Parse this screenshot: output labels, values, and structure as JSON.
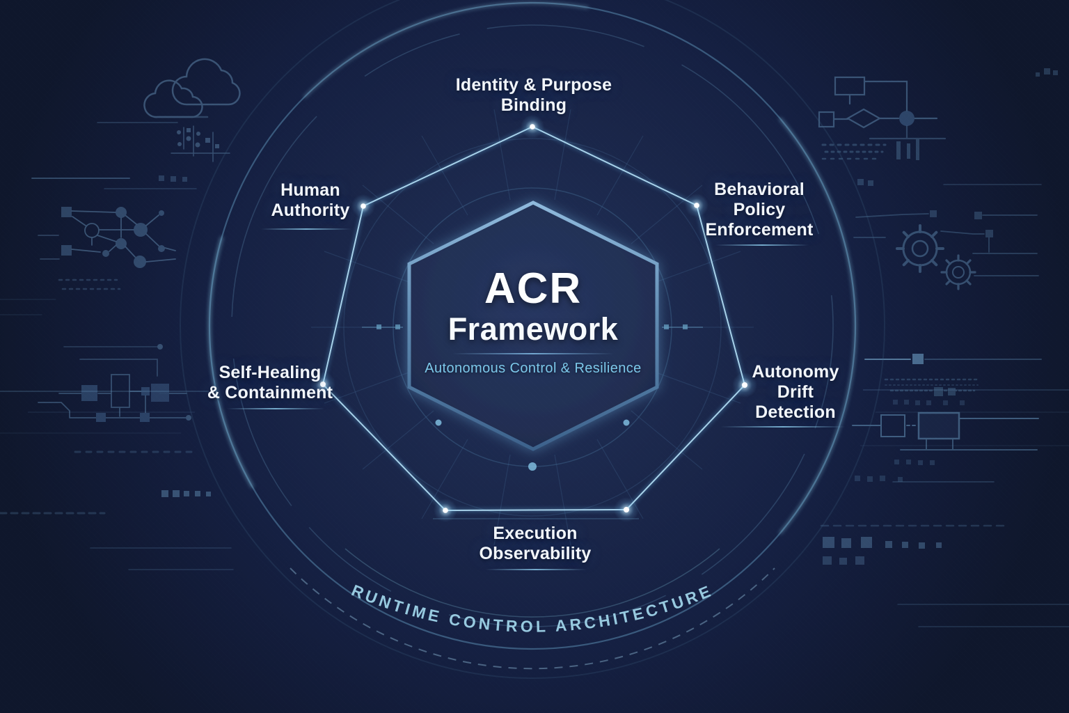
{
  "diagram": {
    "center": {
      "acronym": "ACR",
      "name": "Framework",
      "subtitle": "Autonomous Control & Resilience"
    },
    "arc_label": "RUNTIME CONTROL ARCHITECTURE",
    "nodes": [
      {
        "id": "identity-purpose-binding",
        "label": "Identity & Purpose\nBinding"
      },
      {
        "id": "behavioral-policy-enforcement",
        "label": "Behavioral\nPolicy\nEnforcement"
      },
      {
        "id": "autonomy-drift-detection",
        "label": "Autonomy\nDrift\nDetection"
      },
      {
        "id": "execution-observability",
        "label": "Execution\nObservability"
      },
      {
        "id": "self-healing-containment",
        "label": "Self-Healing\n& Containment"
      },
      {
        "id": "human-authority",
        "label": "Human\nAuthority"
      }
    ],
    "colors": {
      "background": "#16213e",
      "ring": "#6fa9cc",
      "heptagon_line": "#a8dcf4",
      "hexagon_fill": "#223055",
      "hexagon_border": "#7fb2d8",
      "label_text": "#f2f6fb",
      "subtitle_text": "#7cc8ea",
      "arc_text": "#9ed3e8"
    },
    "background_icons": [
      "cloud-icon",
      "network-graph-icon",
      "flowchart-icon",
      "gears-icon",
      "circuit-diagram-icon",
      "box-diagram-icon"
    ]
  }
}
